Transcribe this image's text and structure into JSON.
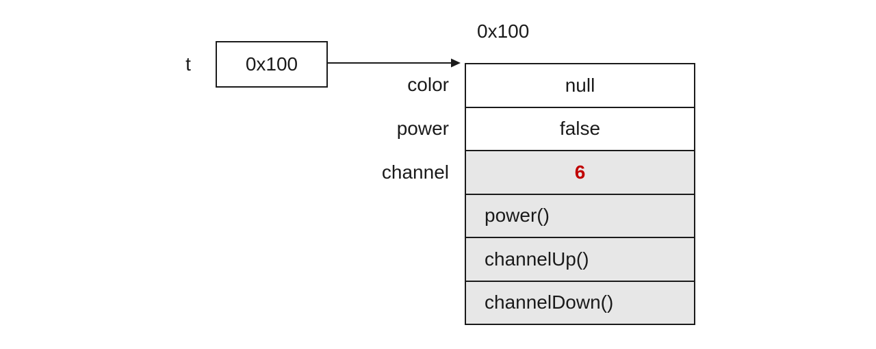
{
  "variable": {
    "name": "t",
    "value": "0x100"
  },
  "object": {
    "address_label": "0x100",
    "fields": [
      {
        "name": "color",
        "value": "null",
        "highlighted": false
      },
      {
        "name": "power",
        "value": "false",
        "highlighted": false
      },
      {
        "name": "channel",
        "value": "6",
        "highlighted": true
      }
    ],
    "methods": [
      "power()",
      "channelUp()",
      "channelDown()"
    ]
  },
  "colors": {
    "highlight_value": "#c00000",
    "shaded_row": "#e7e7e7",
    "line": "#1a1a1a",
    "text": "#1a1a1a",
    "background": "#ffffff"
  }
}
